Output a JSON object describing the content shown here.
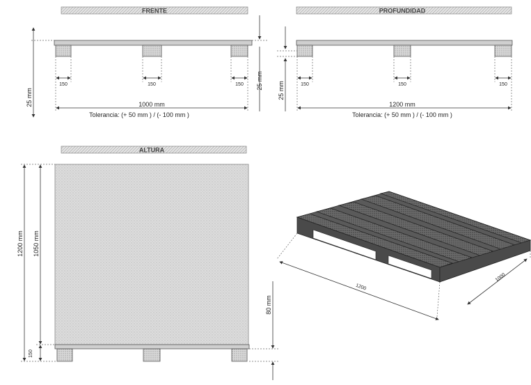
{
  "views": {
    "frente": {
      "title": "FRENTE",
      "height_label": "25 mm",
      "width_label": "1000 mm",
      "block_labels": [
        "150",
        "150",
        "150"
      ],
      "right_label": "25 mm",
      "tolerance": "Tolerancia: (+ 50 mm ) / (- 100 mm )"
    },
    "profundidad": {
      "title": "PROFUNDIDAD",
      "height_label": "25 mm",
      "width_label": "1200 mm",
      "block_labels": [
        "150",
        "150",
        "150"
      ],
      "tolerance": "Tolerancia: (+ 50 mm ) / (- 100 mm )"
    },
    "altura": {
      "title": "ALTURA",
      "total_height_label": "1200 mm",
      "load_height_label": "1050 mm",
      "pallet_height_label": "150",
      "right_label": "80 mm"
    },
    "isometric": {
      "length_label": "1200",
      "width_label": "1000"
    }
  }
}
